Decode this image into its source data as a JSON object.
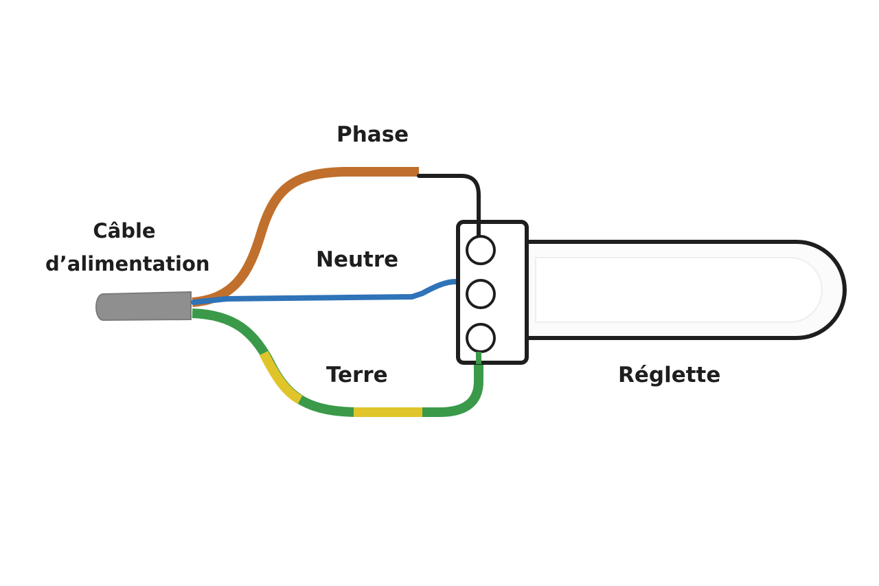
{
  "labels": {
    "cable": [
      "Câble",
      "d’alimentation"
    ],
    "phase": "Phase",
    "neutre": "Neutre",
    "terre": "Terre",
    "reglette": "Réglette"
  },
  "colors": {
    "background": "#ffffff",
    "outline": "#1e1e1e",
    "cable_sheath": "#8f8f8f",
    "phase_wire": "#c0702c",
    "neutral_wire": "#2f73b8",
    "earth_green": "#3a9a4a",
    "earth_yellow": "#e0c52a",
    "lamp_fill": "#fbfbfb"
  },
  "terminal_block": {
    "terminals": [
      "phase",
      "neutre",
      "terre"
    ]
  }
}
